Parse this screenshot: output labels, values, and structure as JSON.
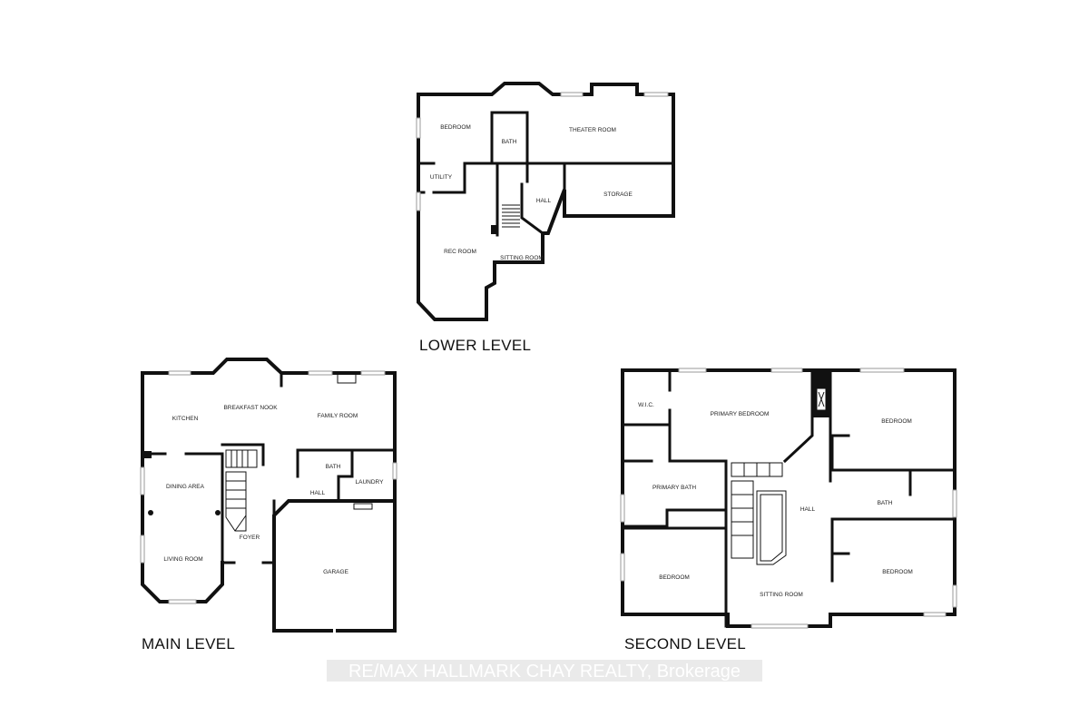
{
  "levels": {
    "lower": {
      "title": "LOWER LEVEL",
      "rooms": {
        "bedroom": "BEDROOM",
        "bath": "BATH",
        "theater": "THEATER ROOM",
        "utility": "UTILITY",
        "hall": "HALL",
        "storage": "STORAGE",
        "rec": "REC ROOM",
        "sitting": "SITTING ROOM"
      }
    },
    "main": {
      "title": "MAIN LEVEL",
      "rooms": {
        "kitchen": "KITCHEN",
        "breakfast": "BREAKFAST NOOK",
        "family": "FAMILY ROOM",
        "dining": "DINING AREA",
        "bath": "BATH",
        "laundry": "LAUNDRY",
        "hall": "HALL",
        "foyer": "FOYER",
        "living": "LIVING ROOM",
        "garage": "GARAGE"
      }
    },
    "second": {
      "title": "SECOND LEVEL",
      "rooms": {
        "wic": "W.I.C.",
        "primary_bedroom": "PRIMARY BEDROOM",
        "bedroom_ne": "BEDROOM",
        "primary_bath": "PRIMARY BATH",
        "hall": "HALL",
        "bath": "BATH",
        "bedroom_sw": "BEDROOM",
        "sitting": "SITTING ROOM",
        "bedroom_se": "BEDROOM"
      }
    }
  },
  "watermark": "RE/MAX HALLMARK CHAY REALTY, Brokerage"
}
